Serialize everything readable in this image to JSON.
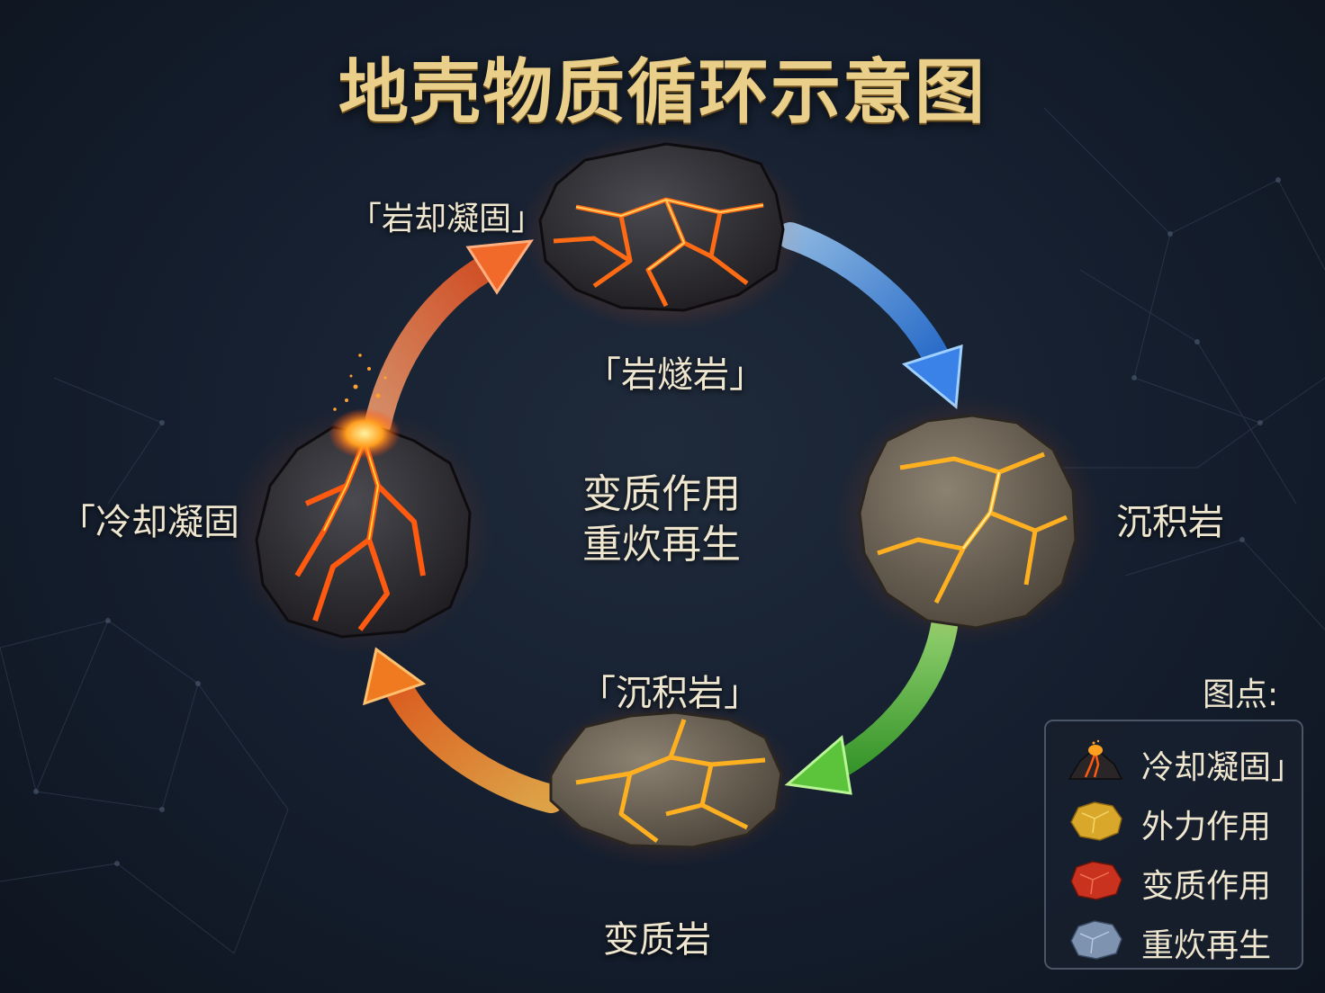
{
  "title": "地壳物质循环示意图",
  "nodes": {
    "top_rock_label": "「岩燧岩」",
    "right_rock_label": "沉积岩",
    "bottom_rock_label": "变质岩",
    "left_label": "「冷却凝固",
    "upper_left_label": "「岩却凝固」",
    "lower_mid_label": "「沉积岩」"
  },
  "center": {
    "line1": "变质作用",
    "line2": "重炊再生"
  },
  "legend": {
    "title": "图点:",
    "items": [
      {
        "label": "冷却凝固」",
        "swatch": "volcano-icon"
      },
      {
        "label": "外力作用",
        "swatch": "yellow-rock-icon",
        "color": "#d9a72a"
      },
      {
        "label": "变质作用",
        "swatch": "red-rock-icon",
        "color": "#c8321e"
      },
      {
        "label": "重炊再生",
        "swatch": "blue-rock-icon",
        "color": "#7d93b0"
      }
    ]
  },
  "colors": {
    "background": "#162030",
    "title": "#e9cf8a",
    "arrow_top_right": "#3b82e8",
    "arrow_right_bottom": "#5cc43a",
    "arrow_bottom_left": "#f07a20",
    "arrow_left_top": "#f26a2a",
    "lava": "#ff6a14"
  }
}
